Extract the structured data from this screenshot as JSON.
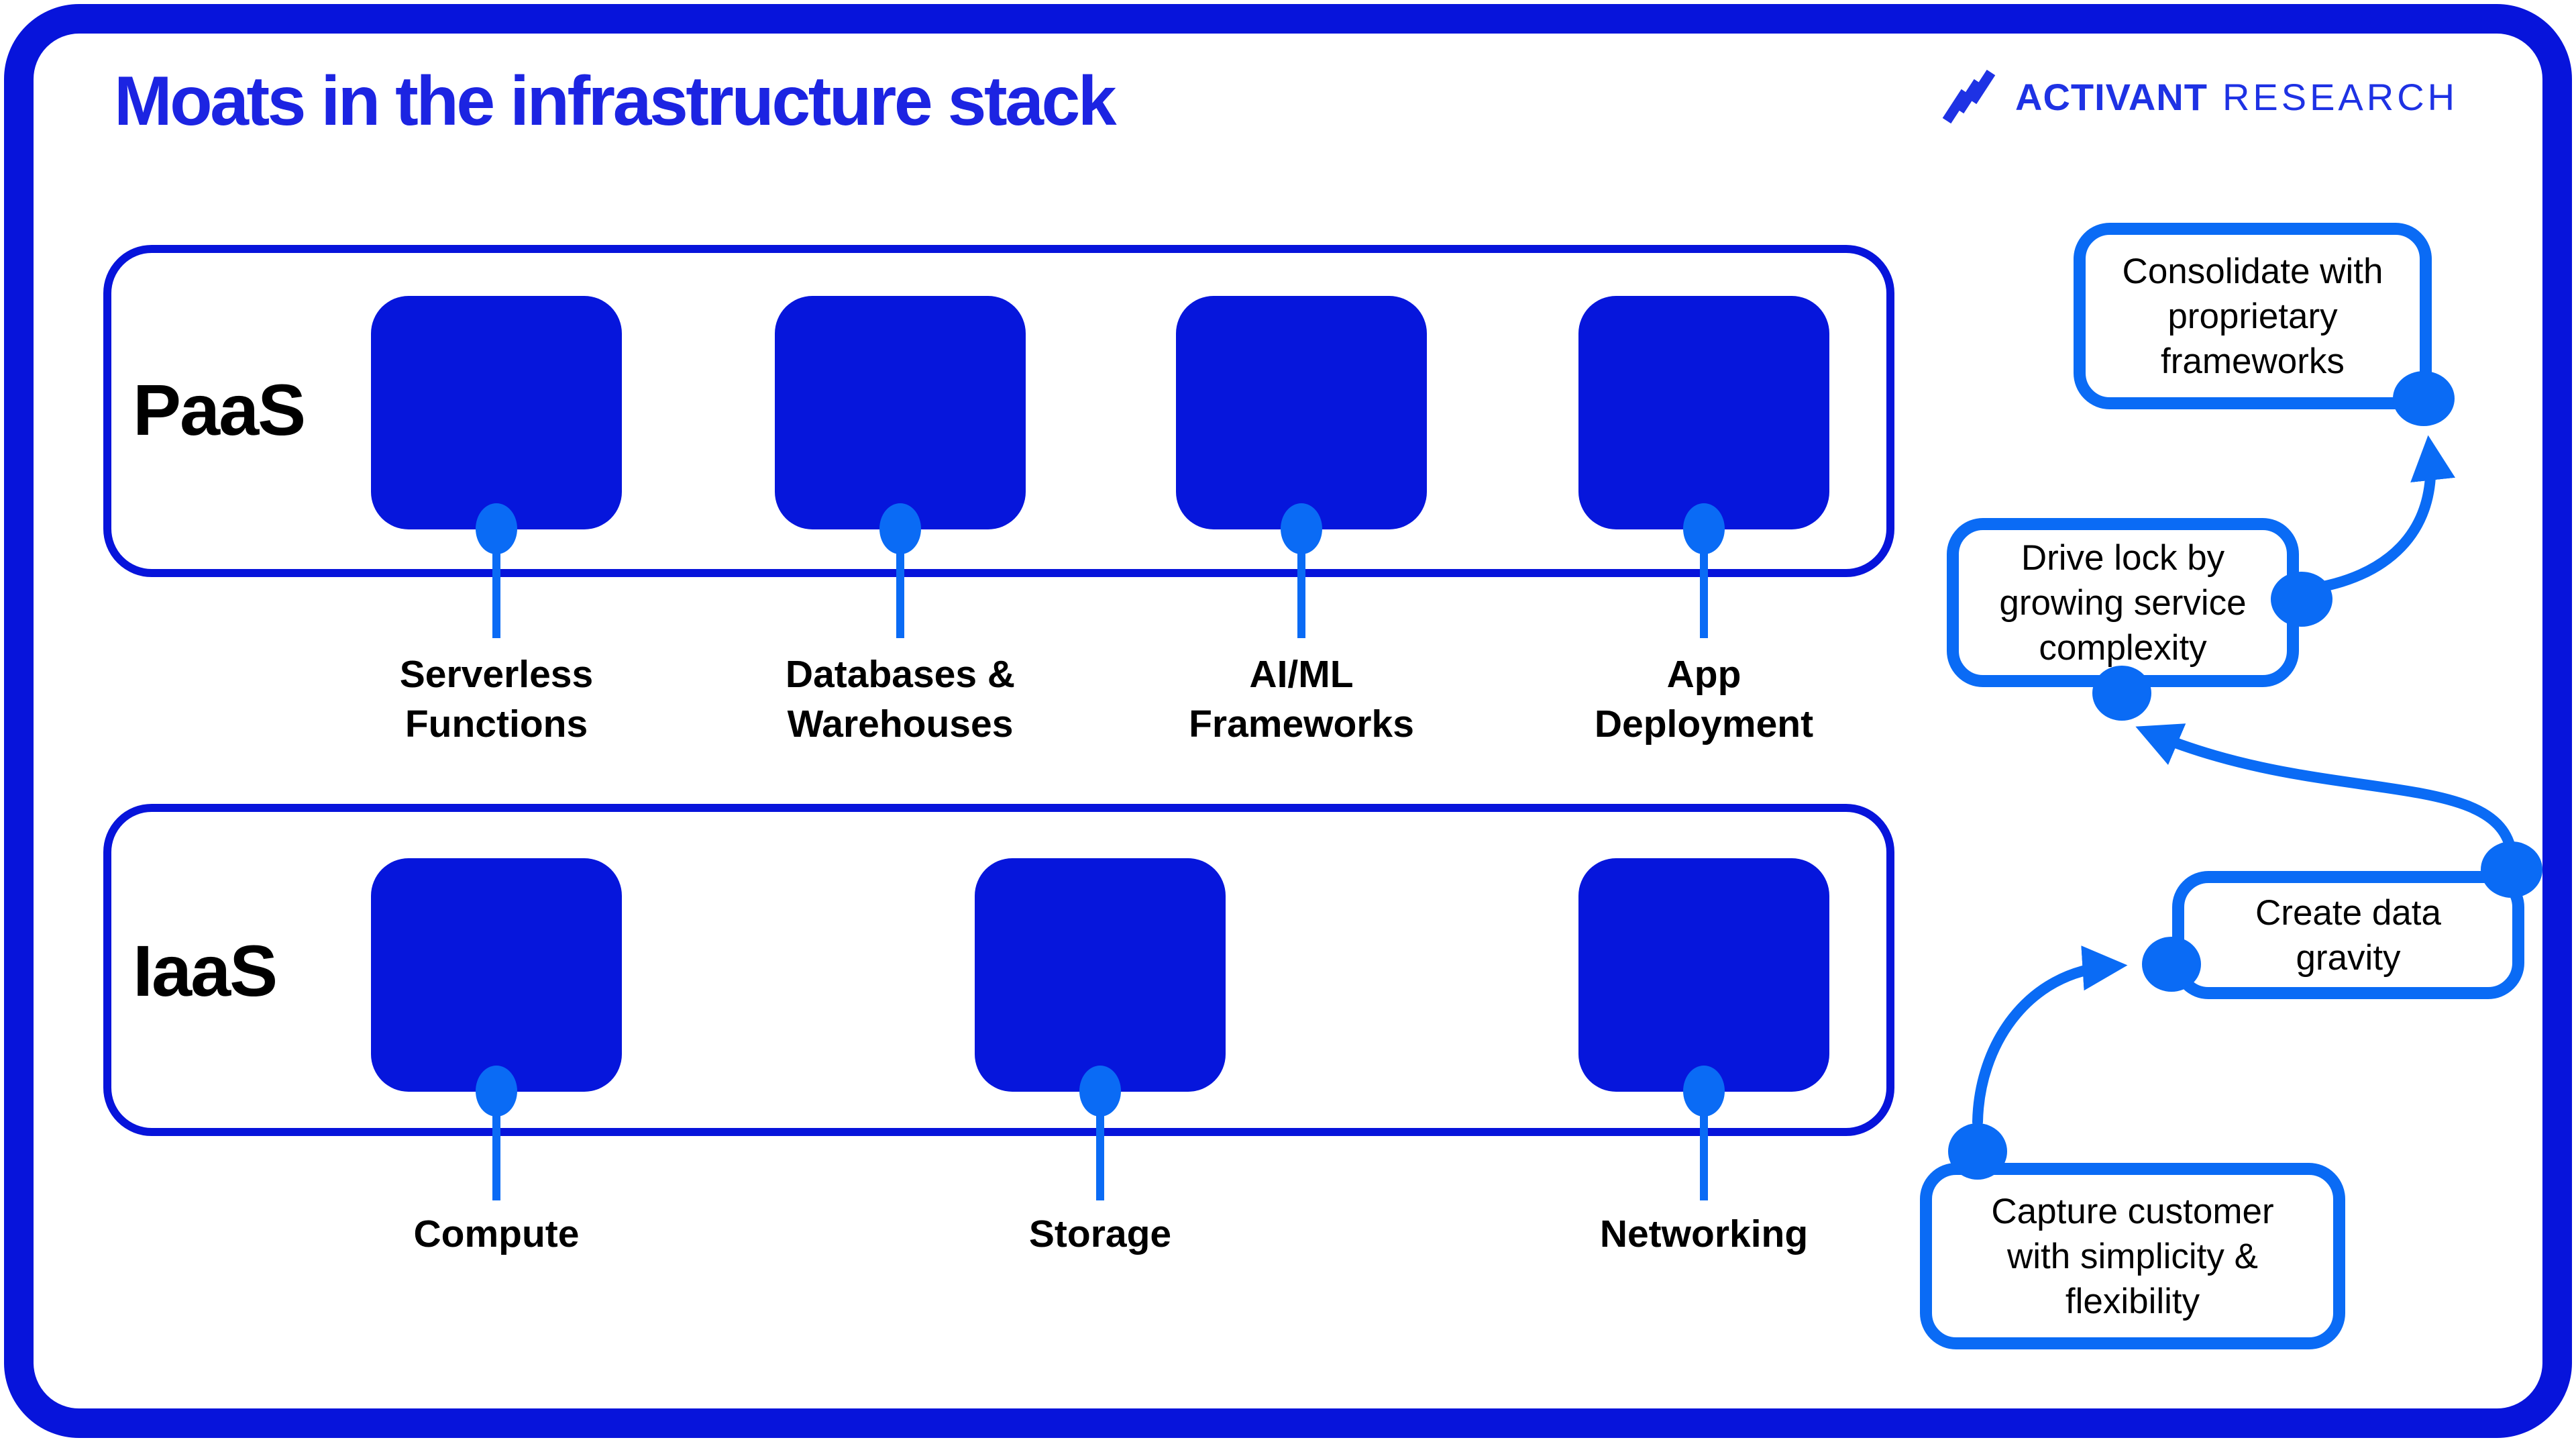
{
  "title": "Moats in the infrastructure stack",
  "logo": {
    "brand": "ACTIVANT",
    "suffix": "RESEARCH",
    "icon": "triple-diagonal-stripes"
  },
  "colors": {
    "dark_blue": "#0714DB",
    "square_blue": "#0616DC",
    "bright_blue": "#0A6BF5",
    "title_blue": "#1C24E2",
    "logo_blue": "#1E32E4",
    "text_black": "#000000",
    "background": "#FFFFFF"
  },
  "stack": {
    "paas": {
      "label": "PaaS",
      "items": [
        {
          "name": "serverless-functions",
          "lines": [
            "Serverless",
            "Functions"
          ]
        },
        {
          "name": "databases-warehouses",
          "lines": [
            "Databases &",
            "Warehouses"
          ]
        },
        {
          "name": "ai-ml-frameworks",
          "lines": [
            "AI/ML",
            "Frameworks"
          ]
        },
        {
          "name": "app-deployment",
          "lines": [
            "App",
            "Deployment"
          ]
        }
      ]
    },
    "iaas": {
      "label": "IaaS",
      "items": [
        {
          "name": "compute",
          "lines": [
            "Compute"
          ]
        },
        {
          "name": "storage",
          "lines": [
            "Storage"
          ]
        },
        {
          "name": "networking",
          "lines": [
            "Networking"
          ]
        }
      ]
    }
  },
  "flow": {
    "direction": "bottom-to-top",
    "steps": [
      {
        "name": "capture-customer",
        "lines": [
          "Capture customer",
          "with simplicity &",
          "flexibility"
        ]
      },
      {
        "name": "create-data-gravity",
        "lines": [
          "Create data",
          "gravity"
        ]
      },
      {
        "name": "drive-lock",
        "lines": [
          "Drive lock by",
          "growing service",
          "complexity"
        ]
      },
      {
        "name": "consolidate",
        "lines": [
          "Consolidate with",
          "proprietary",
          "frameworks"
        ]
      }
    ]
  }
}
